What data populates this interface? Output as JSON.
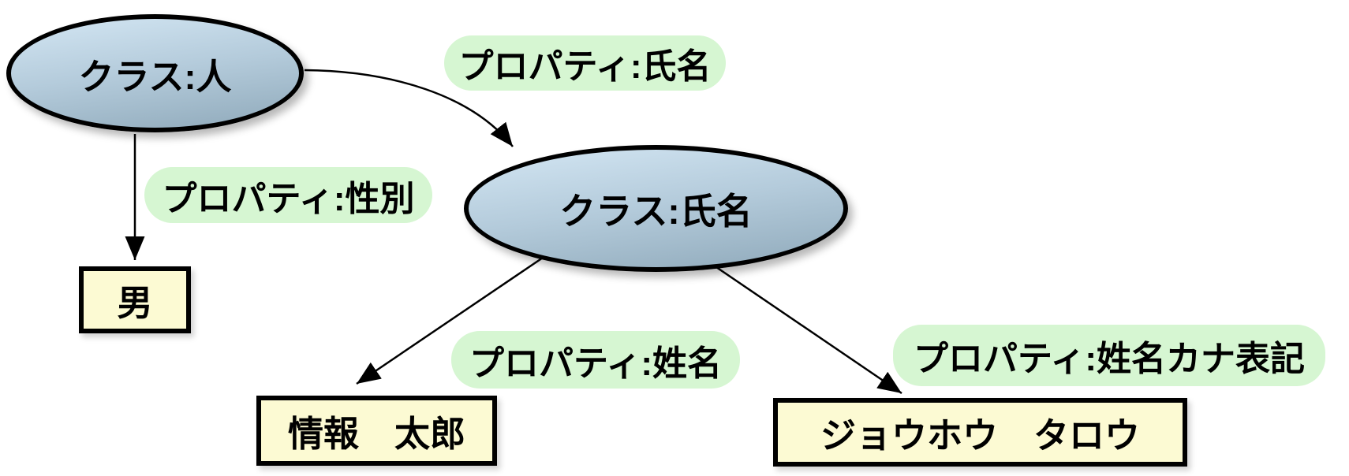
{
  "diagram": {
    "title": "RDF class-property diagram",
    "colors": {
      "background": "#ffffff",
      "ellipse_gradient_top": "#d3e6f3",
      "ellipse_gradient_bottom": "#8fa9ba",
      "ellipse_border": "#000000",
      "property_label_bg": "#d6f6d2",
      "value_box_bg": "#fcfad3",
      "value_box_border": "#000000",
      "arrow": "#000000",
      "text": "#000000"
    },
    "nodes": {
      "class_person": {
        "label": "クラス:人",
        "shape": "ellipse"
      },
      "class_name": {
        "label": "クラス:氏名",
        "shape": "ellipse"
      },
      "value_male": {
        "label": "男",
        "shape": "rect"
      },
      "value_kanji": {
        "label": "情報　太郎",
        "shape": "rect"
      },
      "value_kana": {
        "label": "ジョウホウ　タロウ",
        "shape": "rect"
      }
    },
    "edges": {
      "property_shimei": {
        "label": "プロパティ:氏名",
        "from": "class_person",
        "to": "class_name"
      },
      "property_seibetsu": {
        "label": "プロパティ:性別",
        "from": "class_person",
        "to": "value_male"
      },
      "property_seimei": {
        "label": "プロパティ:姓名",
        "from": "class_name",
        "to": "value_kanji"
      },
      "property_kana": {
        "label": "プロパティ:姓名カナ表記",
        "from": "class_name",
        "to": "value_kana"
      }
    }
  }
}
